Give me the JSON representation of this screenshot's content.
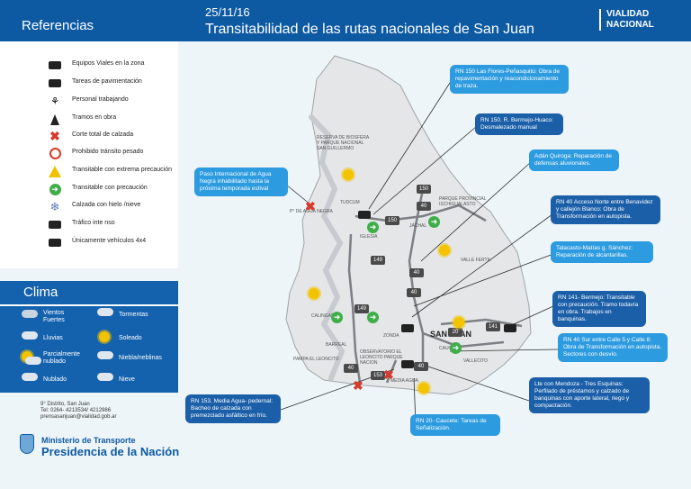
{
  "header": {
    "references_title": "Referencias",
    "date": "25/11/16",
    "title": "Transitabilidad de las rutas nacionales de San Juan",
    "brand_line1": "VIALIDAD",
    "brand_line2": "NACIONAL"
  },
  "references": [
    {
      "icon": "road-equipment-icon",
      "label": "Equipos Viales en la zona"
    },
    {
      "icon": "paving-icon",
      "label": "Tareas de pavimentación"
    },
    {
      "icon": "worker-icon",
      "label": "Personal trabajando"
    },
    {
      "icon": "cone-icon",
      "label": "Tramos en obra"
    },
    {
      "icon": "red-x-icon",
      "label": "Corte total de calzada"
    },
    {
      "icon": "no-heavy-icon",
      "label": "Prohibido tránsito pesado"
    },
    {
      "icon": "warning-icon",
      "label": "Transitable con extrema precaución"
    },
    {
      "icon": "green-arrow-icon",
      "label": "Transitable con precaución"
    },
    {
      "icon": "snowflake-icon",
      "label": "Calzada con hielo /nieve"
    },
    {
      "icon": "car-icon",
      "label": "Tráfico inte nso"
    },
    {
      "icon": "4x4-icon",
      "label": "Únicamente vehículos 4x4"
    }
  ],
  "clima": {
    "title": "Clima",
    "items": [
      {
        "icon": "wind-icon",
        "label": "Vientos Fuertes"
      },
      {
        "icon": "storm-icon",
        "label": "Tormentas"
      },
      {
        "icon": "rain-icon",
        "label": "Lluvias"
      },
      {
        "icon": "sun-icon",
        "label": "Soleado"
      },
      {
        "icon": "partly-cloudy-icon",
        "label": "Parcialmente nublado"
      },
      {
        "icon": "fog-icon",
        "label": "Niebla/neblinas"
      },
      {
        "icon": "cloud-icon",
        "label": "Nublado"
      },
      {
        "icon": "snow-icon",
        "label": "Nieve"
      }
    ]
  },
  "contact": {
    "line1": "9° Distrito, San Juan",
    "line2": "Tel: 0264- 4213534/ 4212986",
    "line3": "prensasanjuan@vialidad.gob.ar"
  },
  "ministry": {
    "line1": "Ministerio de Transporte",
    "line2": "Presidencia de la Nación"
  },
  "callouts": [
    {
      "text": "RN 150 Las Flores-Peñasquito: Obra de repavimentación y reacondicionamiento de traza."
    },
    {
      "text": "RN 150. R. Bermejo-Huaco: Desmalezado manual"
    },
    {
      "text": "Adán Quiroga: Reparación de defensas aluvionales."
    },
    {
      "text": "Paso Internacional de Agua Negra inhabilitado hasta la próxima temporada estival"
    },
    {
      "text": "RN 40 Acceso Norte entre Benavidez y callejón Blanco: Obra de Transformación en autopista."
    },
    {
      "text": "Talacasto-Matías g. Sánchez: Reparación de alcantarillas."
    },
    {
      "text": "RN 141- Bermejo: Transitable con precaución. Tramo todavía en obra. Trabajos en banquinas."
    },
    {
      "text": "RN 40 Sur entre Calle 5 y Calle 8: Obra de Transformación en autopista. Sectores con desvío."
    },
    {
      "text": "RN 153. Media Agua- pedernal: Bacheo de calzada con premezclado asfáltico en frío."
    },
    {
      "text": "Lte con Mendoza - Tres Esquinas: Perfilado de préstamos y calzado de banquinas con aporte lateral, riego y compactación."
    },
    {
      "text": "RN 20- Caucete: Tareas de Señalización."
    }
  ],
  "map": {
    "main_city": "SAN JUAN",
    "route_labels": [
      "150",
      "40",
      "150",
      "40",
      "149",
      "40",
      "149",
      "20",
      "141",
      "153",
      "40",
      "40"
    ],
    "places": [
      "RESERVA DE BIOSFERA Y PARQUE NACIONAL SAN GUILLERMO",
      "TUDCUM",
      "IGLESIA",
      "JÁCHAL",
      "CALINGASTA",
      "BARREAL",
      "PAMPA EL LEONCITO",
      "OBSERVATORIO EL LEONCITO PARQUE NACION",
      "MEDIA AGUA",
      "VALLECITO",
      "VALLE FERTIL",
      "ZONDA",
      "P° DE AGUA NEGRA",
      "PARQUE PROVINCIAL ISCHIGUALASTO",
      "CAUCETE"
    ]
  },
  "colors": {
    "header_blue": "#0d5aa3",
    "callout_blue": "#2c9be0",
    "callout_dark": "#1b5fa8",
    "map_land": "#e9ebec",
    "background": "#eef5f8"
  }
}
